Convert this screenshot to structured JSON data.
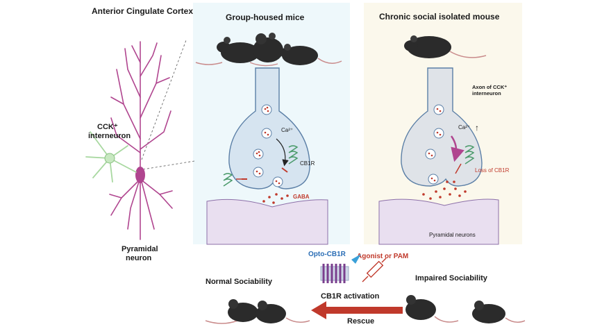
{
  "diagram": {
    "region_title": "Anterior Cingulate Cortex",
    "left_panel": {
      "title": "Group-housed mice",
      "ca_label": "Ca²⁺",
      "receptor_label": "CB1R",
      "transmitter_label": "GABA"
    },
    "right_panel": {
      "title": "Chronic social isolated mouse",
      "axon_label_line1": "Axon of CCK⁺",
      "axon_label_line2": "interneuron",
      "ca_label": "Ca²⁺",
      "ca_arrow": "↑",
      "loss_label": "Loss of CB1R",
      "target_label": "Pyramidal neurons"
    },
    "neuron_labels": {
      "interneuron_line1": "CCK⁺",
      "interneuron_line2": "interneuron",
      "pyramidal_line1": "Pyramidal",
      "pyramidal_line2": "neuron"
    },
    "bottom": {
      "normal_label": "Normal Sociability",
      "impaired_label": "Impaired Sociability",
      "opto_label": "Opto-CB1R",
      "agonist_label": "Agonist or PAM",
      "activation_label": "CB1R activation",
      "rescue_label": "Rescue"
    },
    "colors": {
      "left_panel_bg": "#eef8fb",
      "right_panel_bg": "#fbf8ec",
      "neuron_magenta": "#b0458f",
      "interneuron_green": "#a8d8a0",
      "gaba_red": "#c0392b",
      "terminal_fill": "#d6e4f0",
      "terminal_stroke": "#5b7fa6",
      "membrane_fill": "#e9dff0",
      "rescue_arrow": "#c0392b",
      "opto_blue": "#2a6db5"
    }
  }
}
